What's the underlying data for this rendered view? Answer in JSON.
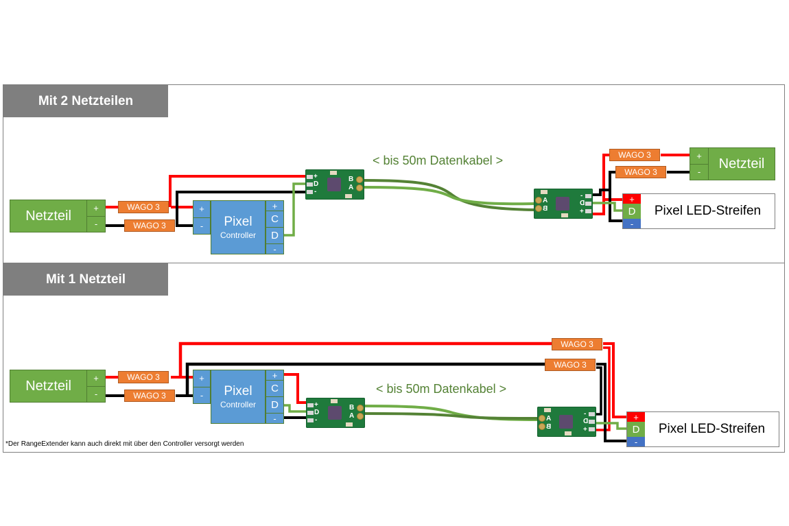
{
  "sections": [
    {
      "title": "Mit 2 Netzteilen",
      "power_supply": {
        "name": "Netzteil",
        "plus": "+",
        "minus": "-"
      },
      "wagos": [
        "WAGO 3",
        "WAGO 3"
      ],
      "controller": {
        "line1": "Pixel",
        "line2": "Controller",
        "in_plus": "+",
        "in_minus": "-",
        "out": [
          "+",
          "C",
          "D",
          "-"
        ]
      },
      "range_extender_tx": {
        "pins_left": [
          "+",
          "D",
          "-"
        ],
        "pins_right": [
          "B",
          "A"
        ]
      },
      "cable_label": "< bis 50m Datenkabel >",
      "range_extender_rx": {
        "pins_left": [
          "A",
          "B"
        ],
        "pins_right": [
          "-",
          "D",
          "+"
        ]
      },
      "remote_wagos": [
        "WAGO 3",
        "WAGO 3"
      ],
      "remote_power_supply": {
        "name": "Netzteil",
        "plus": "+",
        "minus": "-"
      },
      "led_strip": {
        "name": "Pixel LED-Streifen",
        "plus": "+",
        "data": "D",
        "minus": "-"
      }
    },
    {
      "title": "Mit 1 Netzteil",
      "power_supply": {
        "name": "Netzteil",
        "plus": "+",
        "minus": "-"
      },
      "wagos": [
        "WAGO 3",
        "WAGO 3"
      ],
      "controller": {
        "line1": "Pixel",
        "line2": "Controller",
        "in_plus": "+",
        "in_minus": "-",
        "out": [
          "+",
          "C",
          "D",
          "-"
        ]
      },
      "range_extender_tx": {
        "pins_left": [
          "+",
          "D",
          "-"
        ],
        "pins_right": [
          "B",
          "A"
        ]
      },
      "cable_label": "< bis 50m Datenkabel >",
      "range_extender_rx": {
        "pins_left": [
          "A",
          "B"
        ],
        "pins_right": [
          "-",
          "D",
          "+"
        ]
      },
      "remote_wagos": [
        "WAGO 3",
        "WAGO 3"
      ],
      "led_strip": {
        "name": "Pixel LED-Streifen",
        "plus": "+",
        "data": "D",
        "minus": "-"
      }
    }
  ],
  "footnote": "*Der RangeExtender kann auch direkt mit über den Controller versorgt werden",
  "colors": {
    "header_gray": "#7f7f7f",
    "power_supply_green": "#70ad47",
    "wago_orange": "#ed7d31",
    "controller_blue": "#5b9bd5",
    "wire_red": "#ff0000",
    "wire_black": "#000000",
    "wire_data_green": "#70ad47",
    "cable_dark_green": "#548235",
    "led_minus_blue": "#4472c4"
  }
}
